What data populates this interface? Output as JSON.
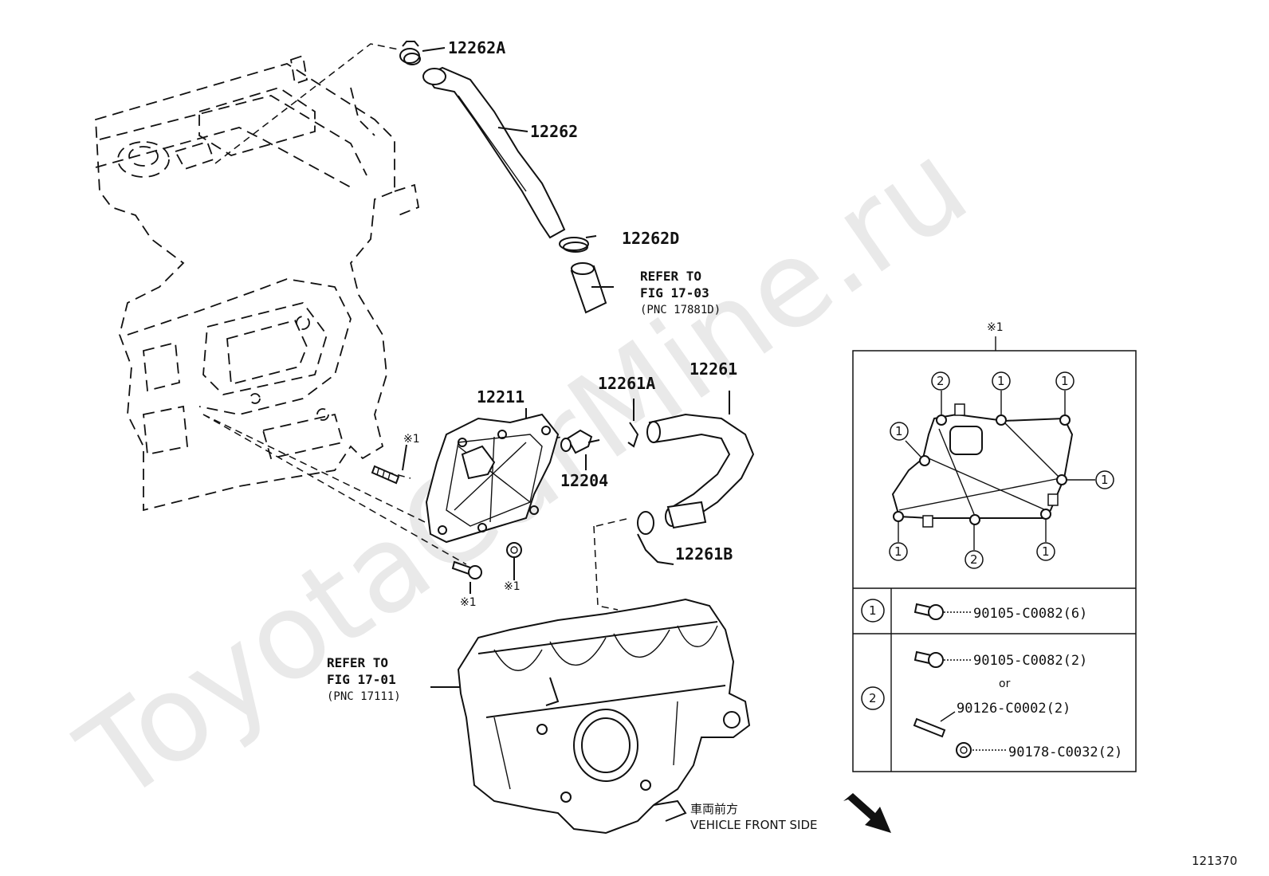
{
  "watermark": "ToyotaCarMine.ru",
  "figure_number": "121370",
  "parts": {
    "p12262A": "12262A",
    "p12262": "12262",
    "p12262D": "12262D",
    "p12211": "12211",
    "p12261A": "12261A",
    "p12261": "12261",
    "p12204": "12204",
    "p12261B": "12261B"
  },
  "refer_upper": {
    "line1": "REFER TO",
    "line2": "FIG 17-03",
    "line3": "(PNC 17881D)"
  },
  "refer_lower": {
    "line1": "REFER TO",
    "line2": "FIG 17-01",
    "line3": "(PNC 17111)"
  },
  "note_mark": "※1",
  "direction": {
    "jp": "車両前方",
    "en": "VEHICLE FRONT SIDE"
  },
  "detail": {
    "title": "※1",
    "callout1": "1",
    "callout2": "2",
    "row1_part": "90105-C0082(6)",
    "row2_part_a": "90105-C0082(2)",
    "or_text": "or",
    "row2_part_b": "90126-C0002(2)",
    "row2_part_c": "90178-C0032(2)"
  }
}
